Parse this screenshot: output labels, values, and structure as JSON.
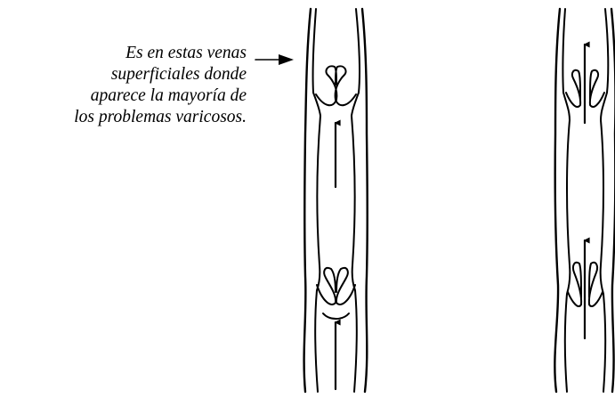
{
  "caption": {
    "lines": [
      "Es en estas venas",
      "superficiales donde",
      "aparece la mayoría de",
      "los problemas varicosos."
    ]
  },
  "figure": {
    "left_vein": {
      "state": "valves-closed",
      "valves": 2,
      "flow_direction": "up"
    },
    "right_vein": {
      "state": "valves-open",
      "valves": 2,
      "flow_direction": "up"
    },
    "stroke_color": "#000000",
    "background_color": "#ffffff"
  }
}
